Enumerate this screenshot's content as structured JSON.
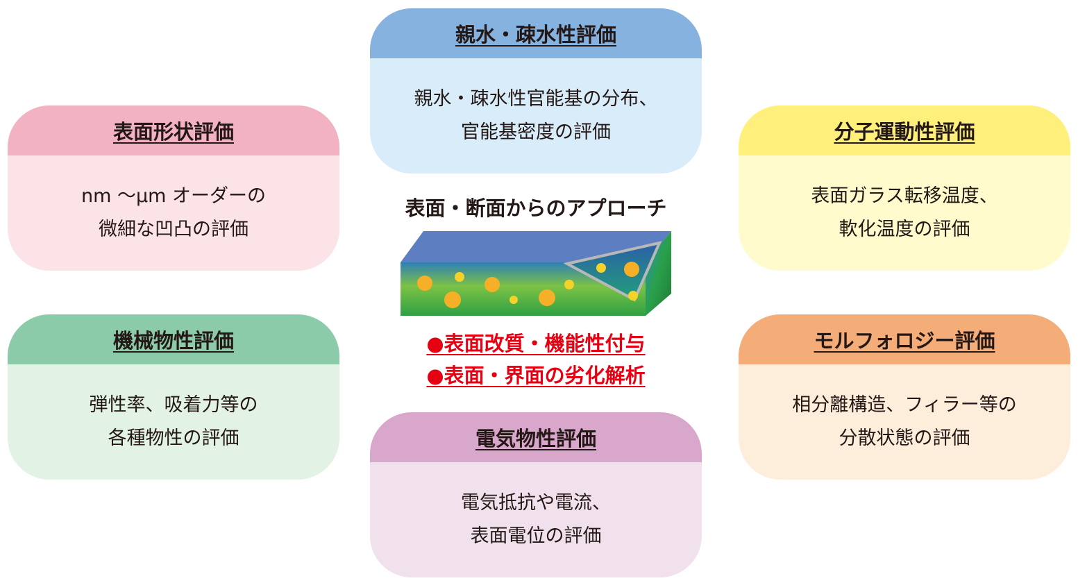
{
  "center": {
    "title": "表面・断面からのアプローチ",
    "bullets": [
      "●表面改質・機能性付与",
      "●表面・界面の劣化解析"
    ]
  },
  "colors": {
    "accent_red": "#e60012",
    "slab_top": "#5d7ec0",
    "slab_side": "#2ea044",
    "particle": "#f5b028"
  },
  "cards": {
    "top": {
      "title": "親水・疎水性評価",
      "lines": [
        "親水・疎水性官能基の分布、",
        "官能基密度の評価"
      ],
      "header_color": "#85b2de",
      "body_color": "#d8ecf9"
    },
    "left1": {
      "title": "表面形状評価",
      "lines": [
        "nm ～μm オーダーの",
        "微細な凹凸の評価"
      ],
      "header_color": "#f3b2c1",
      "body_color": "#fbe3e8"
    },
    "left2": {
      "title": "機械物性評価",
      "lines": [
        "弾性率、吸着力等の",
        "各種物性の評価"
      ],
      "header_color": "#8ccbaa",
      "body_color": "#e2f2e5"
    },
    "right1": {
      "title": "分子運動性評価",
      "lines": [
        "表面ガラス転移温度、",
        "軟化温度の評価"
      ],
      "header_color": "#fef07a",
      "body_color": "#fffbcc"
    },
    "right2": {
      "title": "モルフォロジー評価",
      "lines": [
        "相分離構造、フィラー等の",
        "分散状態の評価"
      ],
      "header_color": "#f4ad78",
      "body_color": "#fdeedc"
    },
    "bottom": {
      "title": "電気物性評価",
      "lines": [
        "電気抵抗や電流、",
        "表面電位の評価"
      ],
      "header_color": "#d9a7cc",
      "body_color": "#f1e1ec"
    }
  }
}
